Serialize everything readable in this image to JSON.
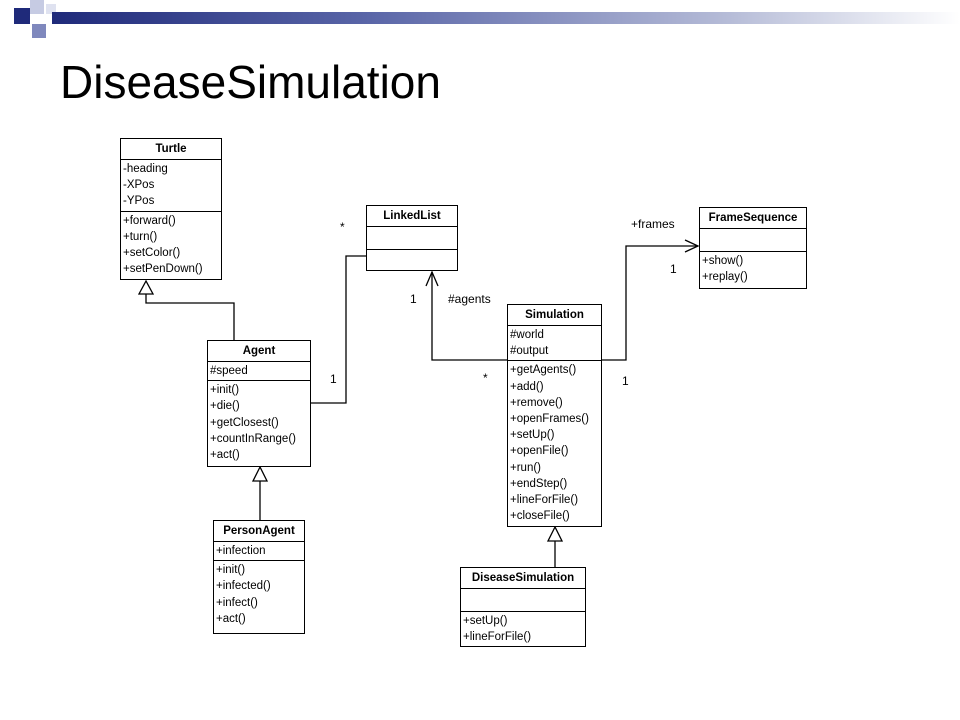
{
  "slide": {
    "title": "DiseaseSimulation"
  },
  "classes": {
    "turtle": {
      "name": "Turtle",
      "attributes": [
        "-heading",
        "-XPos",
        "-YPos"
      ],
      "operations": [
        "+forward()",
        "+turn()",
        "+setColor()",
        "+setPenDown()"
      ]
    },
    "linkedlist": {
      "name": "LinkedList",
      "attributes": [],
      "operations": []
    },
    "framesequence": {
      "name": "FrameSequence",
      "attributes": [],
      "operations": [
        "+show()",
        "+replay()"
      ]
    },
    "agent": {
      "name": "Agent",
      "attributes": [
        "#speed"
      ],
      "operations": [
        "+init()",
        "+die()",
        "+getClosest()",
        "+countInRange()",
        "+act()"
      ]
    },
    "simulation": {
      "name": "Simulation",
      "attributes": [
        "#world",
        "#output"
      ],
      "operations": [
        "+getAgents()",
        "+add()",
        "+remove()",
        "+openFrames()",
        "+setUp()",
        "+openFile()",
        "+run()",
        "+endStep()",
        "+lineForFile()",
        "+closeFile()"
      ]
    },
    "personagent": {
      "name": "PersonAgent",
      "attributes": [
        "+infection"
      ],
      "operations": [
        "+init()",
        "+infected()",
        "+infect()",
        "+act()"
      ]
    },
    "diseasesimulation": {
      "name": "DiseaseSimulation",
      "attributes": [],
      "operations": [
        "+setUp()",
        "+lineForFile()"
      ]
    }
  },
  "labels": {
    "star_linkedlist": "*",
    "one_agent": "1",
    "one_linkedlist": "1",
    "agents_role": "#agents",
    "star_simulation": "*",
    "frames_role": "+frames",
    "one_framesequence": "1",
    "one_simulation": "1"
  },
  "colors": {
    "accent_dark": "#1f2a7a",
    "accent_mid": "#7f88bd",
    "accent_light": "#c6cbe3"
  }
}
